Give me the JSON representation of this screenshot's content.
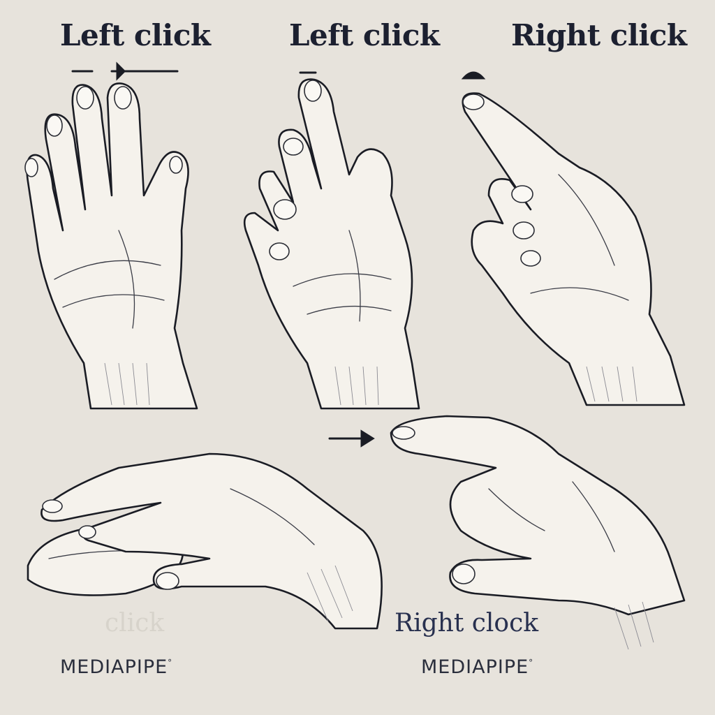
{
  "labels": {
    "panel_1": "Left click",
    "panel_2": "Left click",
    "panel_3": "Right click",
    "caption_faded": "click",
    "caption_right": "Right clock"
  },
  "brand": {
    "left": "MEDIAPIPE",
    "right": "MEDIAPIPE",
    "mark": "°"
  },
  "colors": {
    "background": "#e7e3dc",
    "ink": "#1a1c24",
    "skin": "#f5f2ec",
    "label_text": "#1c2030",
    "caption_text": "#28304f"
  },
  "illustrations": [
    "hand-open-palm",
    "hand-index-raised",
    "hand-index-pointing",
    "hand-on-mouse",
    "hand-pinch-gesture"
  ]
}
